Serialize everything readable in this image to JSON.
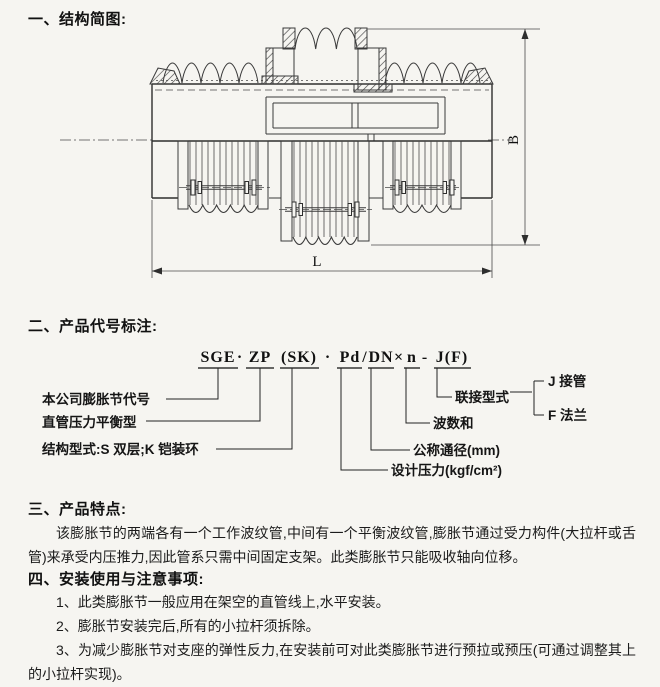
{
  "colors": {
    "paper": "#f6f5f1",
    "ink": "#1c1c1c",
    "line": "#3a3a3a"
  },
  "sections": {
    "structure": {
      "title": "一、结构简图:"
    },
    "code": {
      "title": "二、产品代号标注:"
    },
    "features": {
      "title": "三、产品特点:",
      "text": "该膨胀节的两端各有一个工作波纹管,中间有一个平衡波纹管,膨胀节通过受力构件(大拉杆或舌管)来承受内压推力,因此管系只需中间固定支架。此类膨胀节只能吸收轴向位移。"
    },
    "install": {
      "title": "四、安装使用与注意事项:",
      "items": [
        "1、此类膨胀节一般应用在架空的直管线上,水平安装。",
        "2、膨胀节安装完后,所有的小拉杆须拆除。",
        "3、为减少膨胀节对支座的弹性反力,在安装前可对此类膨胀节进行预拉或预压(可通过调整其上的小拉杆实现)。"
      ]
    }
  },
  "drawing": {
    "dim_length": "L",
    "dim_height": "B"
  },
  "code": {
    "segments": {
      "company": "SGE",
      "dot1": "·",
      "type": "ZP",
      "structure": "(SK)",
      "dot2": "·",
      "pressure": "Pd",
      "slash": "/",
      "diameter": "DN",
      "times": "×",
      "waves": "n",
      "dash": "-",
      "connection": "J(F)"
    },
    "labels": {
      "company": "本公司膨胀节代号",
      "balance_type": "直管压力平衡型",
      "structure": "结构型式:S 双层;K 铠装环",
      "design_pressure": "设计压力(kgf/cm²)",
      "nominal_diameter": "公称通径(mm)",
      "wave_count": "波数和",
      "connection": "联接型式",
      "conn_j": "J 接管",
      "conn_f": "F 法兰"
    }
  }
}
